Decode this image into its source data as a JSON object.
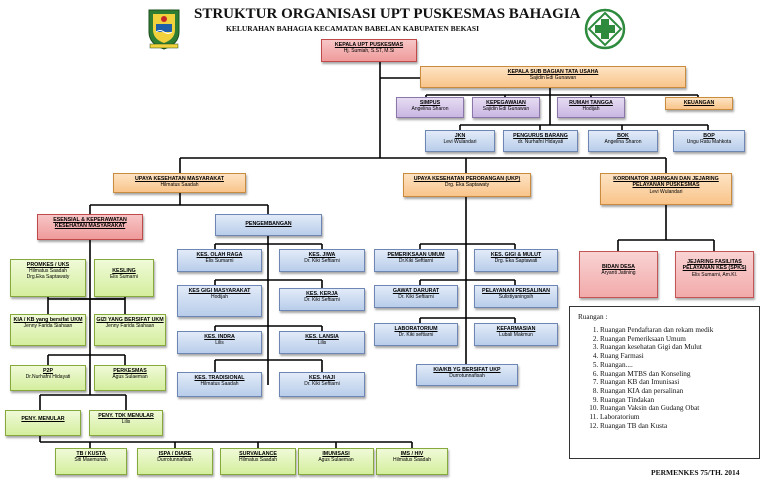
{
  "header": {
    "title": "STRUKTUR ORGANISASI UPT PUSKESMAS BAHAGIA",
    "subtitle": "KELURAHAN BAHAGIA KECAMATAN BABELAN KABUPATEN BEKASI"
  },
  "logos": {
    "left": "bekasi-crest-icon",
    "right": "puskesmas-logo-icon"
  },
  "colors": {
    "red": "#ef9a9a",
    "orange": "#f9c48a",
    "blue": "#b8cdea",
    "purple": "#c9b6e2",
    "green": "#d4ee9d",
    "line": "#000000"
  },
  "nodes": {
    "kepala": {
      "title": "KEPALA UPT PUSKESMAS",
      "name": "Hj. Sumiah, S.ST, M.Si"
    },
    "tatausaha": {
      "title": "KEPALA SUB BAGIAN TATA USAHA",
      "name": "Sajidin Edi Gunawan"
    },
    "simpus": {
      "title": "SIMPUS",
      "name": "Angelina Sharon"
    },
    "kepegawaian": {
      "title": "KEPEGAWAIAN",
      "name": "Sajidin Edi Gunawan"
    },
    "rumahtangga": {
      "title": "RUMAH TANGGA",
      "name": "Hodijah"
    },
    "keuangan": {
      "title": "KEUANGAN",
      "name": ""
    },
    "jkn": {
      "title": "JKN",
      "name": "Levi Wulandari"
    },
    "pengurus": {
      "title": "PENGURUS BARANG",
      "name": "dr. Nurhafni Hidayati"
    },
    "bok": {
      "title": "BOK",
      "name": "Angelina Sharon"
    },
    "bop": {
      "title": "BOP",
      "name": "Ungu Ratu Mahkota"
    },
    "ukm": {
      "title": "UPAYA KESEHATAN MASYARAKAT",
      "name": "Hilmatus Saadah"
    },
    "ukp": {
      "title": "UPAYA KESEHATAN PERORANGAN (UKP)",
      "name": "Drg. Eka Saptawaty"
    },
    "jejaring": {
      "title": "KORDINATOR JARINGAN DAN JEJARING PELAYANAN PUSKESMAS",
      "name": "Levi Wulandari"
    },
    "esensial": {
      "title": "ESENSIAL & KEPERAWATAN KESEHATAN MASYARAKAT",
      "name": ""
    },
    "pengembangan": {
      "title": "PENGEMBANGAN",
      "name": ""
    },
    "promkes": {
      "title": "PROMKES / UKS",
      "name": "Hilmatus Saadah",
      "name2": "Drg.Eka Saptawaty"
    },
    "kesling": {
      "title": "KESLING",
      "name": "Elis Sumarni"
    },
    "kiakb": {
      "title": "KIA / KB yang bersifat UKM",
      "name": "Jenny Farida Siahaan"
    },
    "gizi": {
      "title": "GIZI YANG BERSIFAT UKM",
      "name": "Jenny Farida Siahaan"
    },
    "p2p": {
      "title": "P2P",
      "name": "Dr.Nurhafni Hidayati"
    },
    "perkesmas": {
      "title": "PERKESMAS",
      "name": "Agus Sulaeman"
    },
    "penymenular": {
      "title": "PENY. MENULAR",
      "name": ""
    },
    "penytdk": {
      "title": "PENY. TDK MENULAR",
      "name": "Lilis"
    },
    "tbkusta": {
      "title": "TB / KUSTA",
      "name": "Siti Maemunah"
    },
    "ispa": {
      "title": "ISPA / DIARE",
      "name": "Durrotunnafisah"
    },
    "surveilance": {
      "title": "SURVAILANCE",
      "name": "Hilmatus Saadah"
    },
    "imunisasi": {
      "title": "IMUNISASI",
      "name": "Agus Sulaeman"
    },
    "imshiv": {
      "title": "IMS / HIV",
      "name": "Hilmatus Saadah"
    },
    "olahraga": {
      "title": "KES. OLAH RAGA",
      "name": "Elis Sumarni"
    },
    "jiwa": {
      "title": "KES. JIWA",
      "name": "Dr. Kiki Seftiarni"
    },
    "gigimas": {
      "title": "KES GIGI MASYARAKAT",
      "name": "Hodijah"
    },
    "kerja": {
      "title": "KES. KERJA",
      "name": "Dr. Kiki Seftiarni"
    },
    "indra": {
      "title": "KES. INDRA",
      "name": "Lilis"
    },
    "lansia": {
      "title": "KES. LANSIA",
      "name": "Lilis"
    },
    "tradisional": {
      "title": "KES. TRADISIONAL",
      "name": "Hilmatus Saadah"
    },
    "haji": {
      "title": "KES. HAJI",
      "name": "Dr. Kiki Seftiarni"
    },
    "pemeriksaan": {
      "title": "PEMERIKSAAN UMUM",
      "name": "Dr.Kiki Seftiarni"
    },
    "gigimulut": {
      "title": "KES. GIGI & MULUT",
      "name": "Drg. Eka Saptawati"
    },
    "gawat": {
      "title": "GAWAT DARURAT",
      "name": "Dr. Kiki Seftiarni"
    },
    "persalinan": {
      "title": "PELAYANAN PERSALINAN",
      "name": "Sulistiyaningsih"
    },
    "lab": {
      "title": "LABORATORIUM",
      "name": "Dr. Kiki seftiarni"
    },
    "farmasi": {
      "title": "KEFARMASIAN",
      "name": "Lubali Makmun"
    },
    "kiaukp": {
      "title": "KIA/KB YG BERSIFAT UKP",
      "name": "Durrotunnafisah"
    },
    "bidandesa": {
      "title": "BIDAN DESA",
      "name": "Aryanti Jatining"
    },
    "fasilitas": {
      "title": "JEJARING FASILITAS PELAYANAN KES (SPKS)",
      "name": "Elis Sumarni, Am.Kl."
    }
  },
  "ruangan": {
    "title": "Ruangan :",
    "items": [
      "Ruangan Pendaftaran dan rekam medik",
      "Ruangan Pemeriksaan Umum",
      "Ruangan kesehatan Gigi dan Mulut",
      "Ruang Farmasi",
      "Ruangan....",
      "Ruangan MTBS dan Konseling",
      "Ruangan KB dan Imunisasi",
      "Ruangan  KIA dan persalinan",
      "Ruangan Tindakan",
      "Ruangan Vaksin dan Gudang Obat",
      "Laboratorium",
      "Ruangan TB  dan Kusta"
    ]
  },
  "footer": "PERMENKES 75/TH. 2014"
}
